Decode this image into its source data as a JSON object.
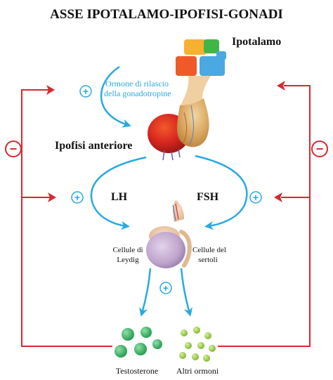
{
  "title": "ASSE IPOTALAMO-IPOFISI-GONADI",
  "labels": {
    "hypothalamus": "Ipotalamo",
    "releasing_hormone_line1": "Ormone di rilascio",
    "releasing_hormone_line2": "della gonadotropine",
    "anterior_pituitary": "Ipofisi anteriore",
    "lh": "LH",
    "fsh": "FSH",
    "leydig_line1": "Cellule di",
    "leydig_line2": "Leydig",
    "sertoli_line1": "Cellule del",
    "sertoli_line2": "sertoli",
    "testosterone": "Testosterone",
    "other_hormones": "Altri ormoni"
  },
  "signs": {
    "positive": "+",
    "negative": "−"
  },
  "colors": {
    "stimulation": "#29a9e1",
    "inhibition": "#d7282f",
    "text": "#111111",
    "testosterone": "#2bb35a",
    "other_hormones": "#8dc63f"
  },
  "icons": {
    "hypothalamus": "hypothalamus-blocks-icon",
    "pituitary": "pituitary-gland-icon",
    "testis": "testis-icon"
  }
}
